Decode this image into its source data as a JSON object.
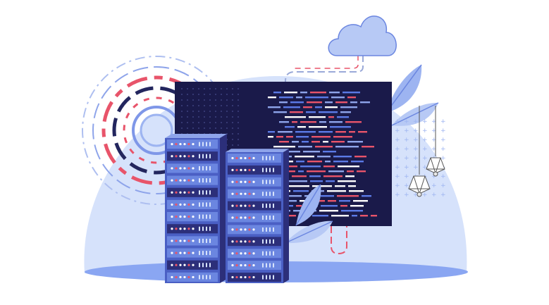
{
  "illustration": {
    "subject": "server-hosting-illustration",
    "elements": [
      "cloud",
      "code-screen",
      "server-racks",
      "concentric-rings",
      "leaves",
      "hanging-lamps"
    ]
  },
  "colors": {
    "background": "#ffffff",
    "dome": "#d6e2fb",
    "dome_shadow": "#8aa6f2",
    "screen": "#1a1a4a",
    "rack_light": "#6b86e0",
    "rack_mid": "#4a5fc4",
    "rack_dark": "#2c2f7a",
    "accent_red": "#e8546a",
    "accent_blue": "#5b7ae6",
    "cloud": "#b7c9f5",
    "leaf": "#9db4f1"
  }
}
